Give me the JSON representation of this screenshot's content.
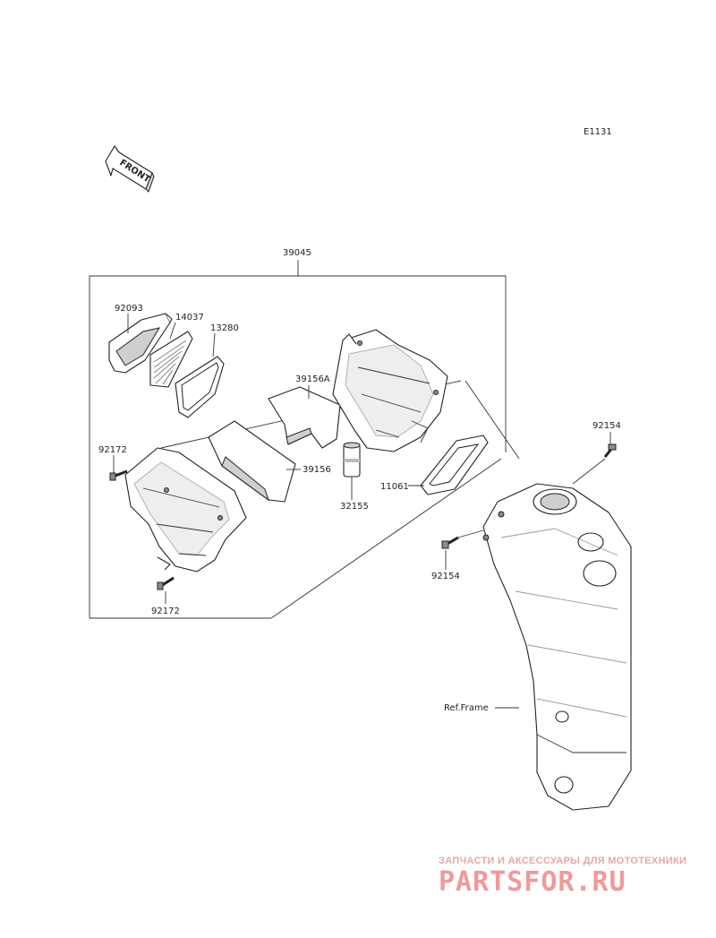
{
  "diagram_code": "E1131",
  "front_label": "FRONT",
  "parts": {
    "assembly": "39045",
    "cover": "92093",
    "screen": "14037",
    "seal_small": "13280",
    "plate_a": "39156A",
    "plate": "39156",
    "collar": "32155",
    "gasket": "11061",
    "bolt_left_top": "92172",
    "bolt_left_bottom": "92172",
    "bolt_right_top": "92154",
    "bolt_right_bottom": "92154"
  },
  "ref_frame": "Ref.Frame",
  "watermark": {
    "tagline": "ЗАПЧАСТИ И АКСЕССУАРЫ ДЛЯ МОТОТЕХНИКИ",
    "brand": "PARTSFOR.RU"
  }
}
